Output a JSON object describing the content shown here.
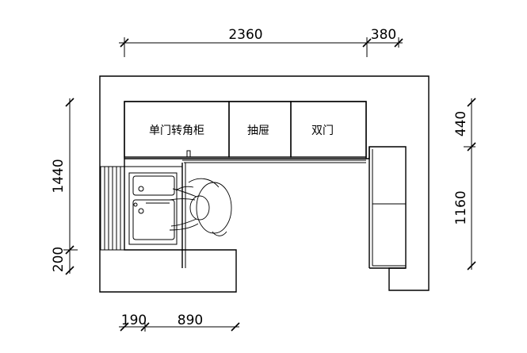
{
  "dimensions": {
    "top_left": "2360",
    "top_right": "380",
    "left_upper": "1440",
    "left_lower": "200",
    "right_upper": "440",
    "right_lower": "1160",
    "bottom_left": "190",
    "bottom_right": "890"
  },
  "cabinets": {
    "corner_cabinet": "单门转角柜",
    "drawer": "抽屉",
    "double_door": "双门"
  }
}
